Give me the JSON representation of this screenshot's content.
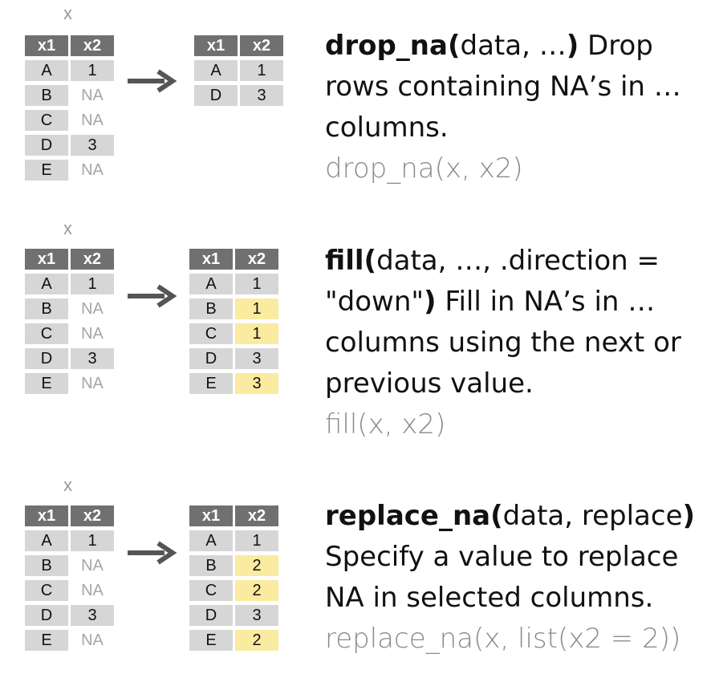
{
  "sections": [
    {
      "x_label": "x",
      "input": {
        "headers": [
          "x1",
          "x2"
        ],
        "rows": [
          [
            "A",
            "1"
          ],
          [
            "B",
            "NA"
          ],
          [
            "C",
            "NA"
          ],
          [
            "D",
            "3"
          ],
          [
            "E",
            "NA"
          ]
        ]
      },
      "output": {
        "headers": [
          "x1",
          "x2"
        ],
        "rows": [
          [
            "A",
            "1"
          ],
          [
            "D",
            "3"
          ]
        ],
        "highlight": []
      },
      "desc": {
        "func": "drop_na(",
        "args": "data, …",
        "close": ")",
        "text": " Drop rows containing NA’s in … columns.",
        "example": "drop_na(x, x2)"
      }
    },
    {
      "x_label": "x",
      "input": {
        "headers": [
          "x1",
          "x2"
        ],
        "rows": [
          [
            "A",
            "1"
          ],
          [
            "B",
            "NA"
          ],
          [
            "C",
            "NA"
          ],
          [
            "D",
            "3"
          ],
          [
            "E",
            "NA"
          ]
        ]
      },
      "output": {
        "headers": [
          "x1",
          "x2"
        ],
        "rows": [
          [
            "A",
            "1"
          ],
          [
            "B",
            "1"
          ],
          [
            "C",
            "1"
          ],
          [
            "D",
            "3"
          ],
          [
            "E",
            "3"
          ]
        ],
        "highlight": [
          1,
          2,
          4
        ]
      },
      "desc": {
        "func": "fill(",
        "args": "data, …, .direction = \"down\"",
        "close": ")",
        "text": " Fill in NA’s in … columns using the next or previous value.",
        "example": "fill(x, x2)"
      }
    },
    {
      "x_label": "x",
      "input": {
        "headers": [
          "x1",
          "x2"
        ],
        "rows": [
          [
            "A",
            "1"
          ],
          [
            "B",
            "NA"
          ],
          [
            "C",
            "NA"
          ],
          [
            "D",
            "3"
          ],
          [
            "E",
            "NA"
          ]
        ]
      },
      "output": {
        "headers": [
          "x1",
          "x2"
        ],
        "rows": [
          [
            "A",
            "1"
          ],
          [
            "B",
            "2"
          ],
          [
            "C",
            "2"
          ],
          [
            "D",
            "3"
          ],
          [
            "E",
            "2"
          ]
        ],
        "highlight": [
          1,
          2,
          4
        ]
      },
      "desc": {
        "func": "replace_na(",
        "args": "data, replace",
        "close": ")",
        "text": " Specify a value to replace NA in selected columns.",
        "example": "replace_na(x, list(x2 = 2))"
      }
    }
  ]
}
